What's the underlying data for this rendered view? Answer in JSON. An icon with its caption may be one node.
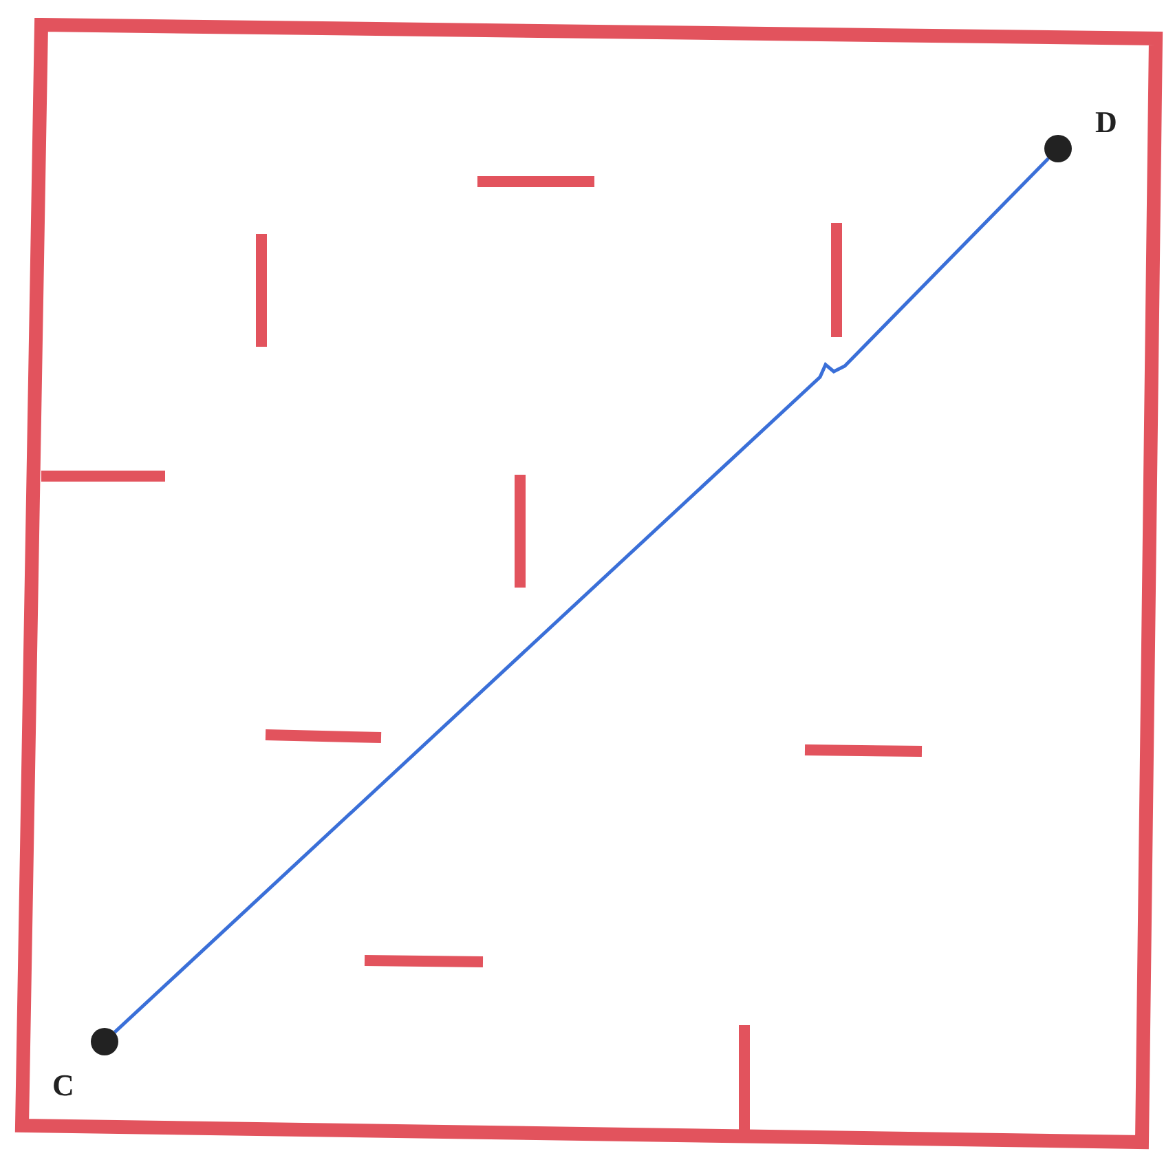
{
  "diagram": {
    "nodes": [
      {
        "text": [],
        "shape": "circle",
        "beside": [
          "C"
        ]
      },
      {
        "text": [],
        "shape": "circle",
        "beside": [
          "D"
        ]
      }
    ],
    "edges": [
      {
        "from": 0,
        "to": 1,
        "arrow": "none"
      }
    ]
  }
}
